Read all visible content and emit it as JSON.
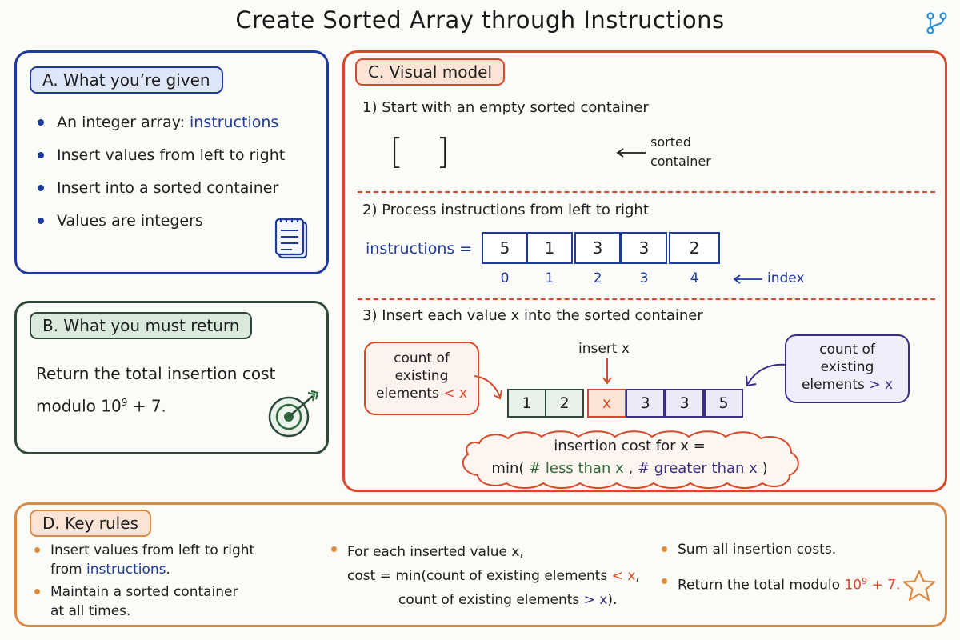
{
  "title": "Create Sorted Array through Instructions",
  "colors": {
    "given": "#1f3b9a",
    "return": "#2c4a35",
    "visual": "#d64a2b",
    "rules": "#d98a45"
  },
  "panel_a": {
    "tag": "A. What you’re given",
    "items": [
      {
        "text": "An integer array: ",
        "highlight": "instructions"
      },
      {
        "text": "Insert values from left to right"
      },
      {
        "text": "Insert into a sorted container"
      },
      {
        "text": "Values are integers"
      }
    ],
    "icon": "notepad-icon"
  },
  "panel_b": {
    "tag": "B. What you must return",
    "line1": "Return the total insertion cost",
    "line2_prefix": "modulo 10",
    "line2_exp": "9",
    "line2_suffix": " + 7.",
    "icon": "target-icon"
  },
  "panel_c": {
    "tag": "C. Visual model",
    "step1": "1) Start with an empty sorted container",
    "bracket_left": "[",
    "bracket_right": "]",
    "sorted_note_1": "sorted",
    "sorted_note_2": "container",
    "step2": "2) Process instructions from left to right",
    "instructions_label": "instructions =",
    "instructions": [
      "5",
      "1",
      "3",
      "3",
      "2"
    ],
    "indices": [
      "0",
      "1",
      "2",
      "3",
      "4"
    ],
    "index_label": "index",
    "step3": "3) Insert each value x into the sorted container",
    "insert_label": "insert x",
    "left_bubble": [
      "count of",
      "existing",
      "elements"
    ],
    "less_than": "< x",
    "right_bubble": [
      "count of",
      "existing",
      "elements"
    ],
    "greater_than": "> x",
    "sorted_values": [
      "1",
      "2",
      "x",
      "3",
      "3",
      "5"
    ],
    "cost_line1": "insertion cost for x =",
    "cost_min": "min(",
    "cost_less": "# less than x",
    "cost_comma": ",",
    "cost_greater": "# greater than x",
    "cost_close": ")"
  },
  "panel_d": {
    "tag": "D. Key rules",
    "col1_item1_a": "Insert values from left to right",
    "col1_item1_b_prefix": "from ",
    "col1_item1_b_highlight": "instructions",
    "col1_item1_b_suffix": ".",
    "col1_item2_a": "Maintain a sorted container",
    "col1_item2_b": "at all times.",
    "col2_line1": "For each inserted value x,",
    "col2_line2_prefix": "cost = min(count of existing elements ",
    "col2_line2_op": "< x",
    "col2_line2_suffix": ",",
    "col2_line3_prefix": "count of existing elements ",
    "col2_line3_op": "> x",
    "col2_line3_suffix": ").",
    "col3_item1": "Sum all insertion costs.",
    "col3_item2_prefix": "Return the total modulo ",
    "col3_item2_base": "10",
    "col3_item2_exp": "9",
    "col3_item2_suffix": " + 7.",
    "icon": "star-icon"
  }
}
